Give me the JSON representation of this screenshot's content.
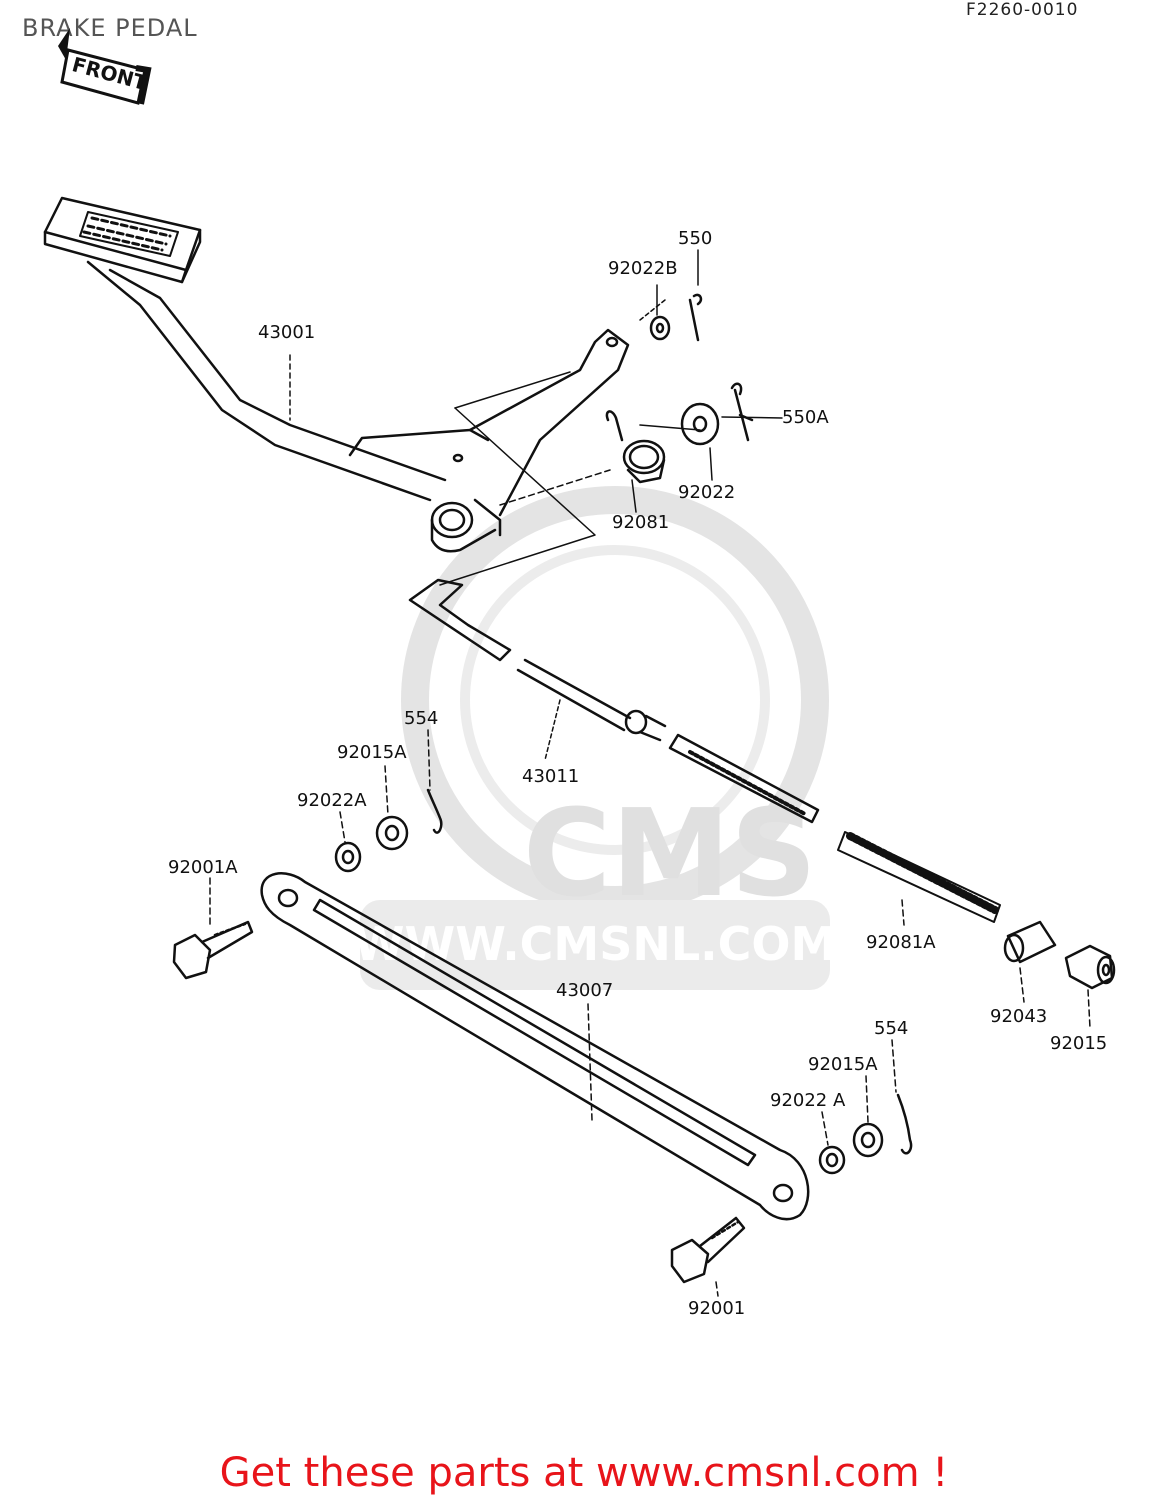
{
  "header": {
    "title": "BRAKE PEDAL",
    "diagram_code": "F2260-0010"
  },
  "front_tag": "FRONT",
  "watermark": {
    "logo_text": "CMS",
    "url_text": "WWW.CMSNL.COM"
  },
  "parts": {
    "p43001": "43001",
    "p550": "550",
    "p92022b": "92022B",
    "p550a": "550A",
    "p92022": "92022",
    "p92081": "92081",
    "p554_top": "554",
    "p92015a_top": "92015A",
    "p92022a_top": "92022A",
    "p43011": "43011",
    "p92001a": "92001A",
    "p92081a": "92081A",
    "p43007": "43007",
    "p92043": "92043",
    "p92015": "92015",
    "p554_bot": "554",
    "p92015a_bot": "92015A",
    "p92022a_bot": "92022 A",
    "p92001": "92001"
  },
  "footer": {
    "cta": "Get these parts at www.cmsnl.com !"
  },
  "colors": {
    "cta": "#e8141a",
    "lines": "#111111",
    "watermark": "#e2e2e2"
  }
}
